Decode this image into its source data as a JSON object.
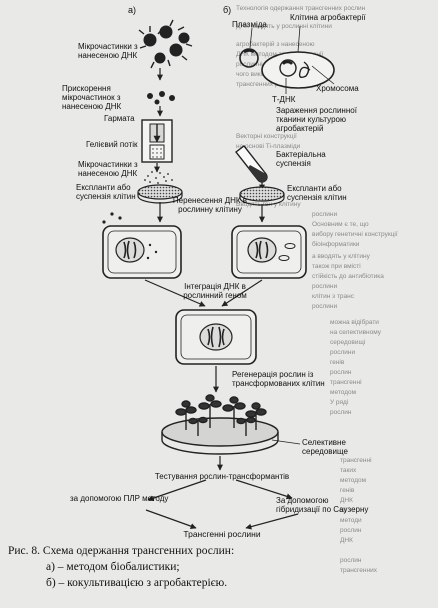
{
  "diagram": {
    "panel_a": "а)",
    "panel_b": "б)",
    "a_microparticles": "Мікрочастинки з нанесеною ДНК",
    "a_acceleration": "Прискорення мікрочастинок з нанесеною ДНК",
    "a_gun": "Гармата",
    "a_helium_flow": "Гелієвий потік",
    "a_microparticles_2": "Мікрочастинки з нанесеною ДНК",
    "a_explant": "Експланти або суспензія клітин",
    "b_plasmid": "Плазміда",
    "b_agro_cell": "Клітина агробактерії",
    "b_chromosome": "Хромосома",
    "b_tdna": "Т-ДНК",
    "b_infection": "Зараження рослинної тканини культурою агробактерій",
    "b_bacterial_suspension": "Бактеріальна суспензія",
    "b_explant": "Експланти або суспензія клітин",
    "transfer": "Перенесення ДНК в рослинну клітину",
    "integration": "Інтеграція ДНК в рослинний геном",
    "regeneration": "Регенерація рослин із трансформованих клітин",
    "selective_medium": "Селективне середовище",
    "testing": "Тестування рослин-трансформантів",
    "pcr": "за допомогою ПЛР методу",
    "southern": "За допомогою гібридизації по Саузерну",
    "result": "Трансгенні рослини"
  },
  "caption": {
    "line1": "Рис. 8. Схема одержання трансгенних рослин:",
    "line2": "а) – методом біобалистики;",
    "line3": "б) – кокультивацією з агробактерією."
  },
  "background_text": [
    "Технологія одержання трансгенних рослин",
    "ДНК вводять у рослинні клітини",
    "агробактерій з нанесеною",
    "ДНК методом трансформації",
    "рослинні тканини, після",
    "чого виконують регенерацію",
    "трансгенних рослин",
    "Векторні конструкції",
    "на основі Ti-плазміди",
    "Вводять ген у клітину",
    "рослини",
    "Основним є те, що",
    "вибору генетичні конструкції",
    "біоінформатики",
    "а вводять у клітину",
    "також при вмісті",
    "стійкість до антибіотика",
    "рослини",
    "клітин з транс",
    "рослини",
    "можна відібрати",
    "на селективному",
    "середовищі",
    "рослини",
    "генів",
    "рослин",
    "трансгенні",
    "методом",
    "У ряді",
    "рослин",
    "трансгенні",
    "таких",
    "методом",
    "генів",
    "ДНК",
    "Ці",
    "методи",
    "рослин",
    "ДНК",
    "рослин",
    "трансгенних"
  ]
}
